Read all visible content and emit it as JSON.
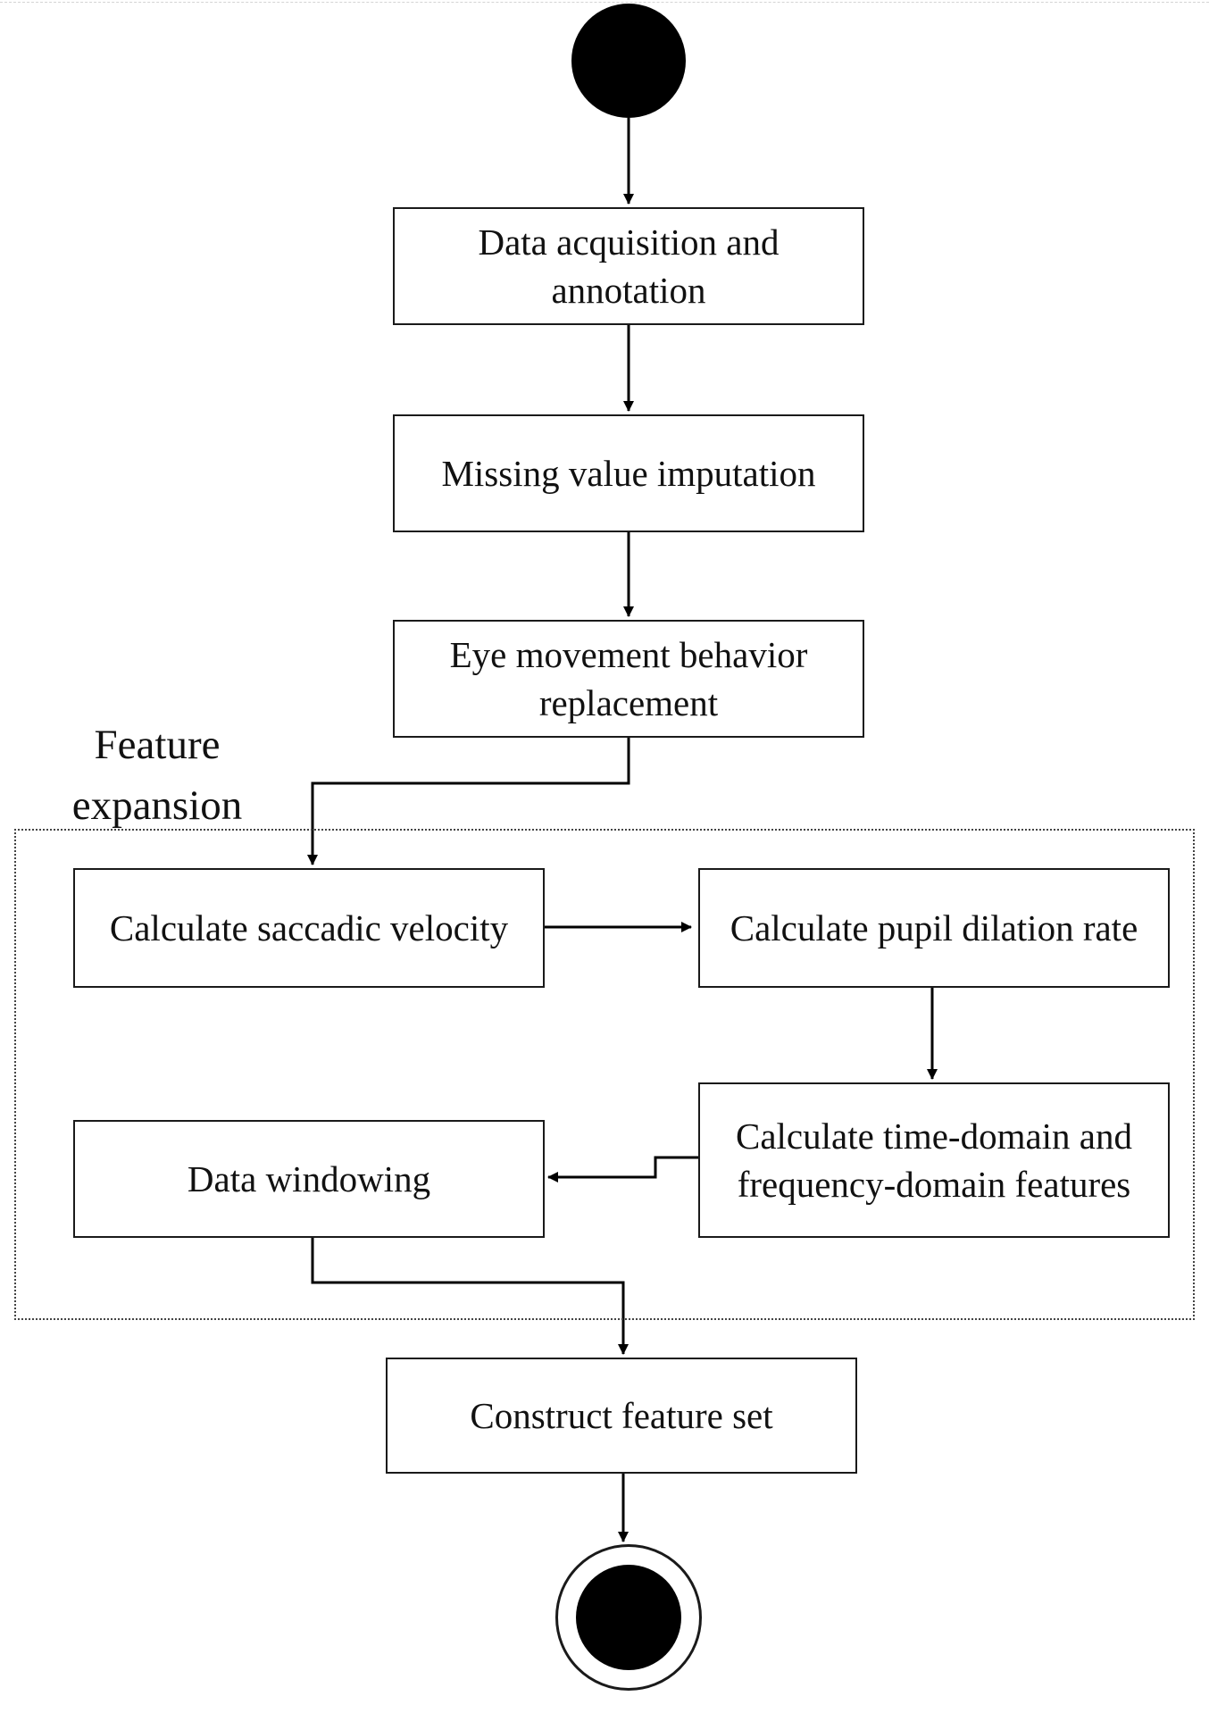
{
  "diagram": {
    "nodes": {
      "data_acquisition": "Data acquisition and annotation",
      "missing_value": "Missing value imputation",
      "eye_movement": "Eye movement behavior replacement",
      "saccadic_velocity": "Calculate saccadic velocity",
      "pupil_dilation": "Calculate pupil dilation rate",
      "time_frequency": "Calculate time-domain and frequency-domain features",
      "data_windowing": "Data windowing",
      "construct_feature_set": "Construct feature set"
    },
    "group": {
      "label": "Feature expansion"
    },
    "edges": [
      {
        "from": "start",
        "to": "data_acquisition"
      },
      {
        "from": "data_acquisition",
        "to": "missing_value"
      },
      {
        "from": "missing_value",
        "to": "eye_movement"
      },
      {
        "from": "eye_movement",
        "to": "saccadic_velocity"
      },
      {
        "from": "saccadic_velocity",
        "to": "pupil_dilation"
      },
      {
        "from": "pupil_dilation",
        "to": "time_frequency"
      },
      {
        "from": "time_frequency",
        "to": "data_windowing"
      },
      {
        "from": "data_windowing",
        "to": "construct_feature_set"
      },
      {
        "from": "construct_feature_set",
        "to": "end"
      }
    ]
  }
}
